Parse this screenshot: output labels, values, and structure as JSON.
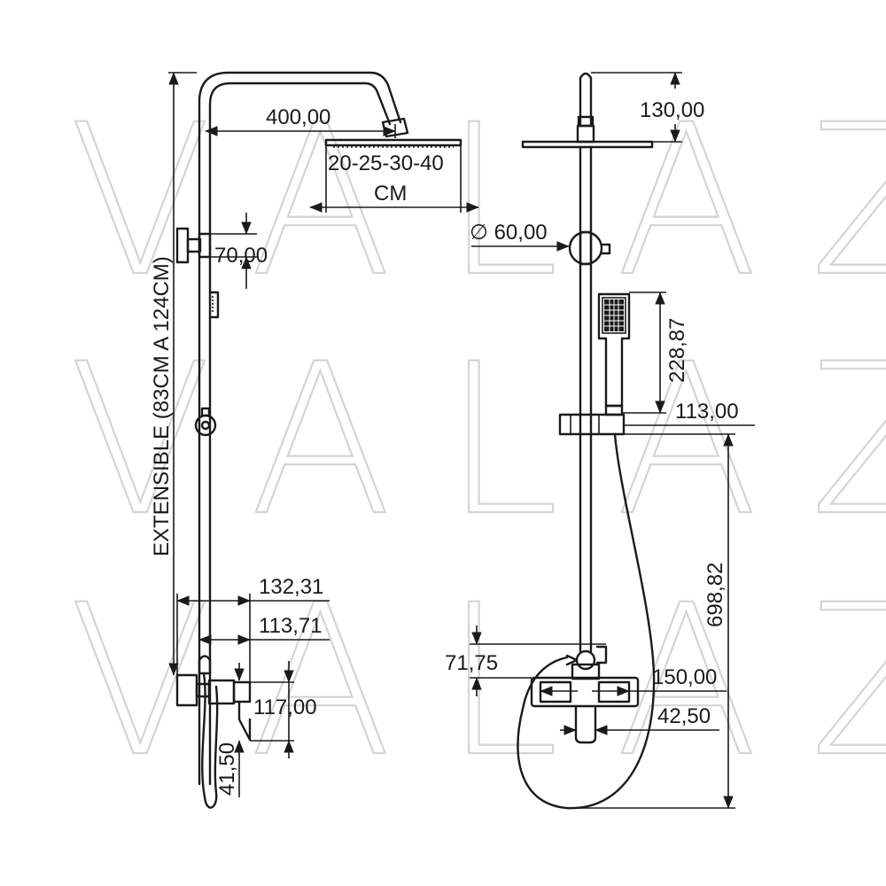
{
  "watermark": "VALAZ",
  "colors": {
    "line": "#1a1a1a",
    "watermark": "#d4d4d4",
    "background": "#ffffff"
  },
  "side_view": {
    "extensible_label": "EXTENSIBLE (83CM A 124CM)",
    "arm_length": "400,00",
    "head_size_line1": "20-25-30-40",
    "head_size_line2": "CM",
    "bracket_height": "70,00",
    "mixer_depth_outer": "132,31",
    "mixer_depth_inner": "113,71",
    "mixer_height": "117,00",
    "handle_height": "41,50"
  },
  "front_view": {
    "top_height": "130,00",
    "connector_diameter": "∅ 60,00",
    "hand_shower_length": "228,87",
    "holder_offset": "113,00",
    "bar_length": "698,82",
    "diverter_height": "71,75",
    "mixer_width": "150,00",
    "spout_width": "42,50"
  }
}
